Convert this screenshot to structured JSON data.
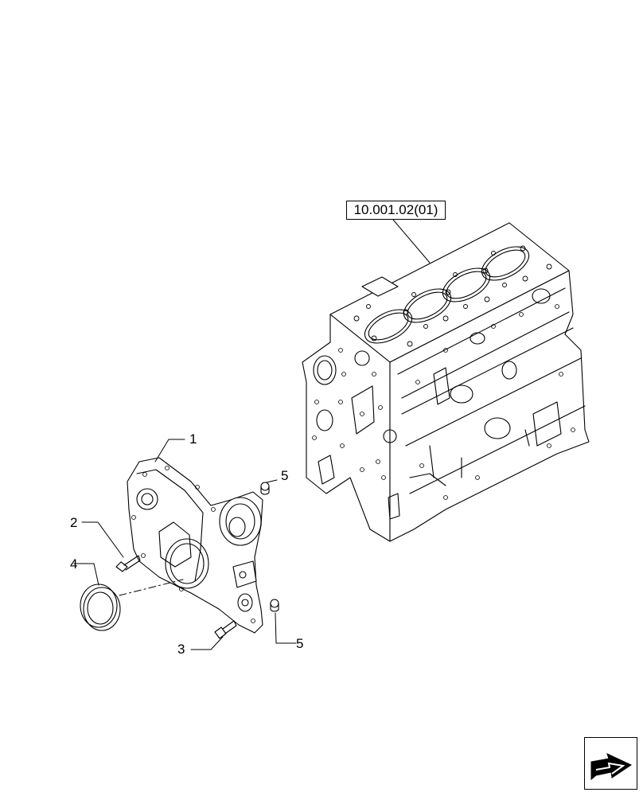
{
  "reference": {
    "label": "10.001.02(01)"
  },
  "callouts": [
    {
      "id": "1",
      "label": "1"
    },
    {
      "id": "2",
      "label": "2"
    },
    {
      "id": "3",
      "label": "3"
    },
    {
      "id": "4",
      "label": "4"
    },
    {
      "id": "5a",
      "label": "5"
    },
    {
      "id": "5b",
      "label": "5"
    }
  ],
  "navigation": {
    "icon": "next-page-arrow-icon"
  }
}
